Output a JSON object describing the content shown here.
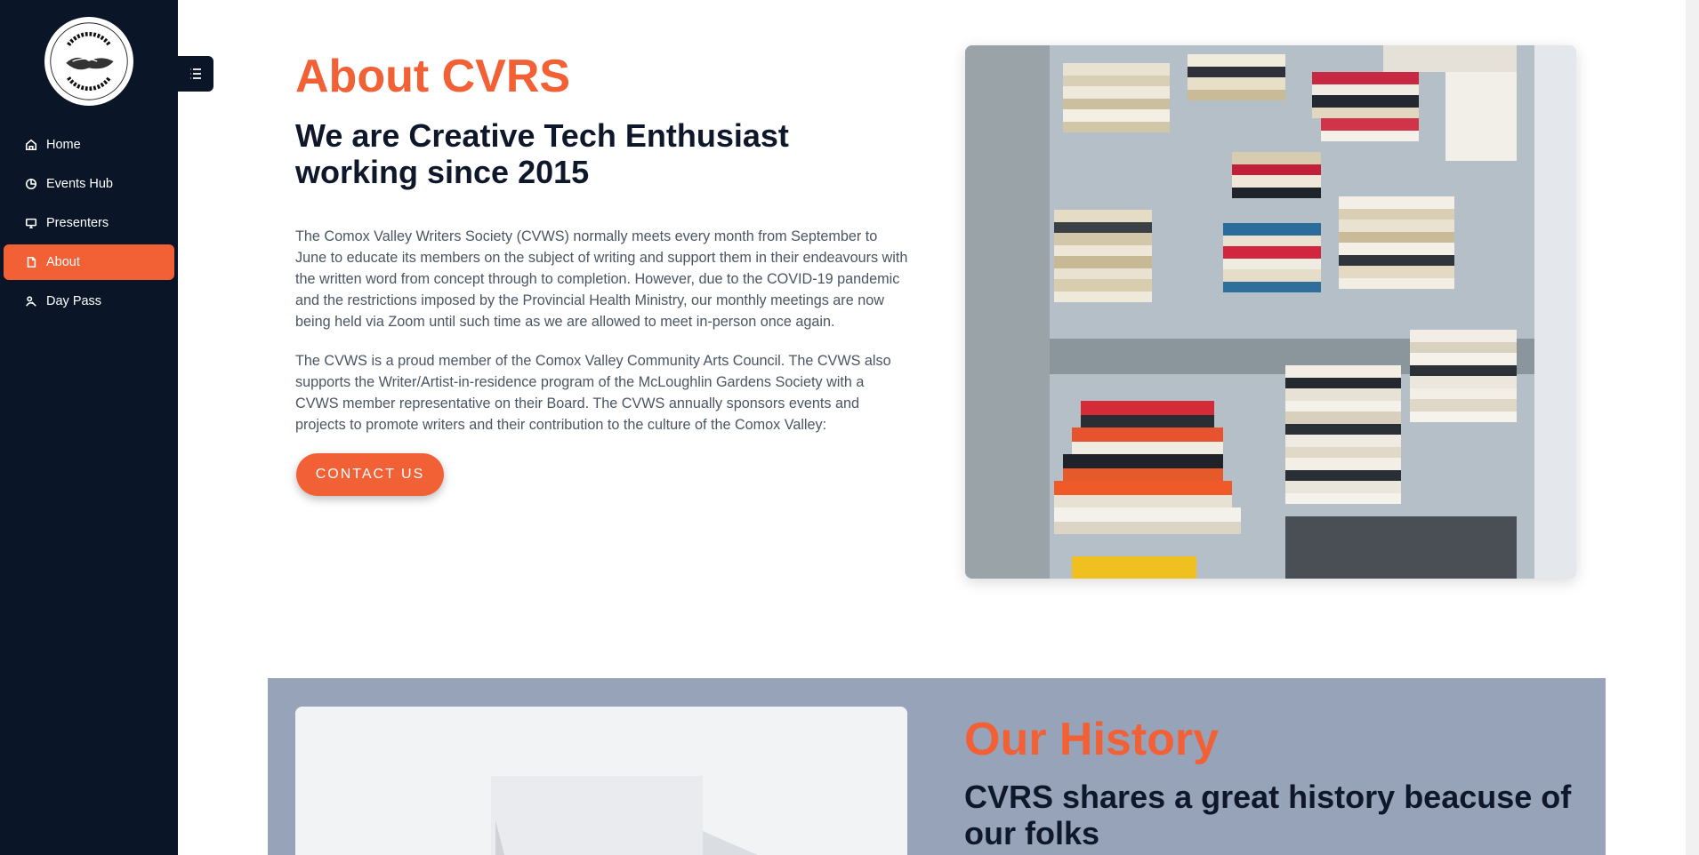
{
  "sidebar": {
    "logo_text": "COMOX VALLEY WRITERS SOCIETY",
    "items": [
      {
        "label": "Home",
        "icon": "home-icon"
      },
      {
        "label": "Events Hub",
        "icon": "pie-chart-icon"
      },
      {
        "label": "Presenters",
        "icon": "monitor-icon"
      },
      {
        "label": "About",
        "icon": "document-icon",
        "active": true
      },
      {
        "label": "Day Pass",
        "icon": "ticket-icon"
      }
    ]
  },
  "about": {
    "title": "About CVRS",
    "subtitle": "We are Creative Tech Enthusiast working since 2015",
    "paragraph1": "The Comox Valley Writers Society (CVWS) normally meets every month from September to June to educate its members on the subject of writing and support them in their endeavours with the written word from concept through to completion. However, due to the COVID-19 pandemic and the restrictions imposed by the Provincial Health Ministry, our monthly meetings are now being held via Zoom until such time as we are allowed to meet in-person once again.",
    "paragraph2": "The CVWS is a proud member of the Comox Valley Community Arts Council. The CVWS also supports the Writer/Artist-in-residence program of the McLoughlin Gardens Society with a CVWS member representative on their Board. The CVWS annually sponsors events and projects to promote writers and their contribution to the culture of the Comox Valley:",
    "contact_label": "CONTACT US"
  },
  "history": {
    "title": "Our History",
    "subtitle": "CVRS shares a great history beacuse of our folks"
  },
  "colors": {
    "accent": "#f26035",
    "sidebar_bg": "#0a1628",
    "history_bg": "#97a3b9"
  }
}
